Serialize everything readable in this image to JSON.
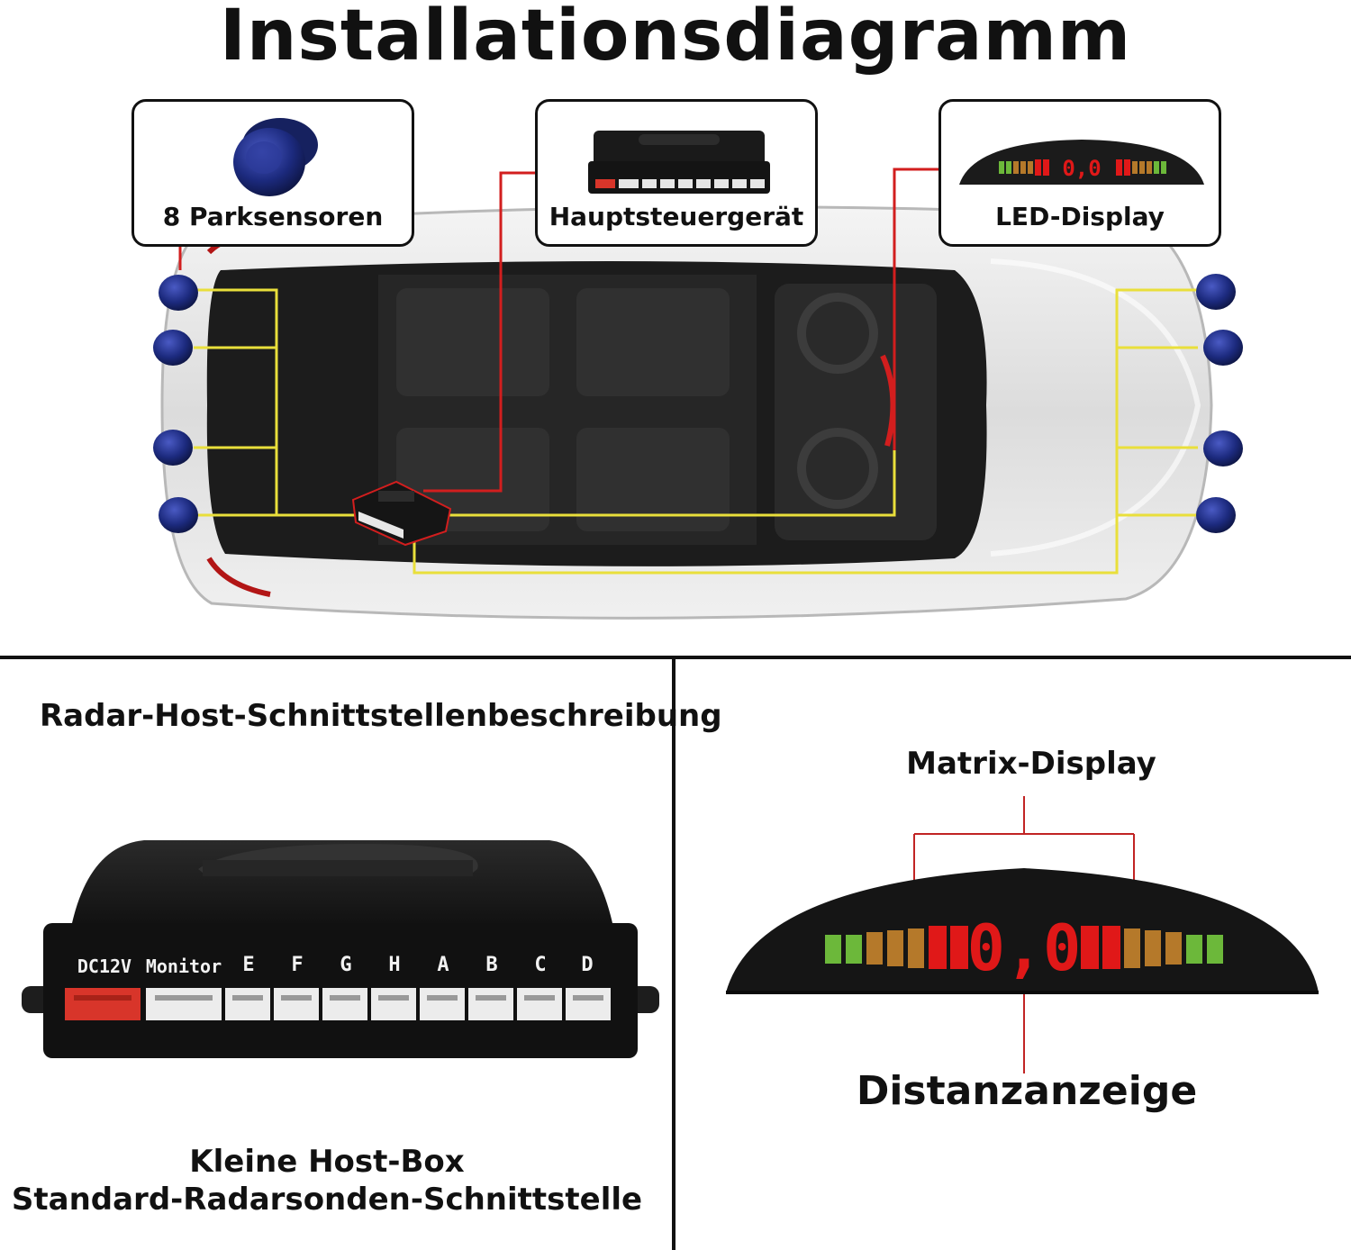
{
  "title": "Installationsdiagramm",
  "callouts": {
    "sensors": "8 Parksensoren",
    "controller": "Hauptsteuergerät",
    "display": "LED-Display"
  },
  "interface_section": {
    "heading": "Radar-Host-Schnittstellenbeschreibung",
    "caption_line1": "Kleine Host-Box",
    "caption_line2": "Standard-Radarsonden-Schnittstelle"
  },
  "display_section": {
    "top_label": "Matrix-Display",
    "bottom_label": "Distanzanzeige",
    "readout": "0,0"
  },
  "ports": {
    "power": "DC12V",
    "monitor": "Monitor",
    "sensors": [
      "E",
      "F",
      "G",
      "H",
      "A",
      "B",
      "C",
      "D"
    ]
  },
  "colors": {
    "wire_yellow": "#e9df3b",
    "wire_red": "#d21e1e",
    "sensor_blue": "#1c2a7e",
    "led_red": "#e01818",
    "led_orange": "#b5792a",
    "led_green": "#6cb83a",
    "port_red": "#d8352a"
  }
}
